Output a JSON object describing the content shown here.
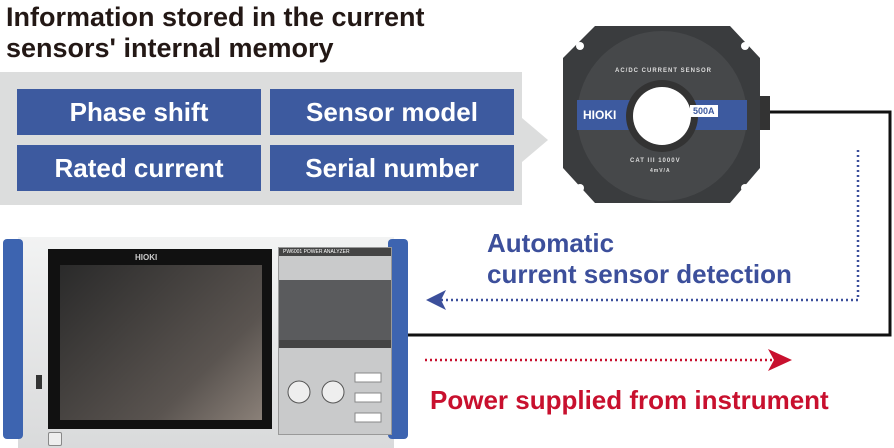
{
  "title": {
    "line1": "Information stored in the current",
    "line2": "sensors' internal memory"
  },
  "memory_items": [
    "Phase shift",
    "Sensor model",
    "Rated current",
    "Serial number"
  ],
  "detection_label": {
    "line1": "Automatic",
    "line2": "current sensor detection"
  },
  "power_label": "Power supplied from instrument",
  "sensor": {
    "brand": "HIOKI",
    "type": "AC/DC CURRENT SENSOR",
    "rating": "500A",
    "cat": "CAT III 1000V",
    "ratio": "4mV/A"
  },
  "instrument": {
    "brand": "HIOKI",
    "model": "PW6001 POWER ANALYZER"
  },
  "colors": {
    "box_blue": "#3d5a9f",
    "detection_blue": "#3c4f9b",
    "power_red": "#c8102e",
    "panel_gray": "#dcdddd"
  }
}
